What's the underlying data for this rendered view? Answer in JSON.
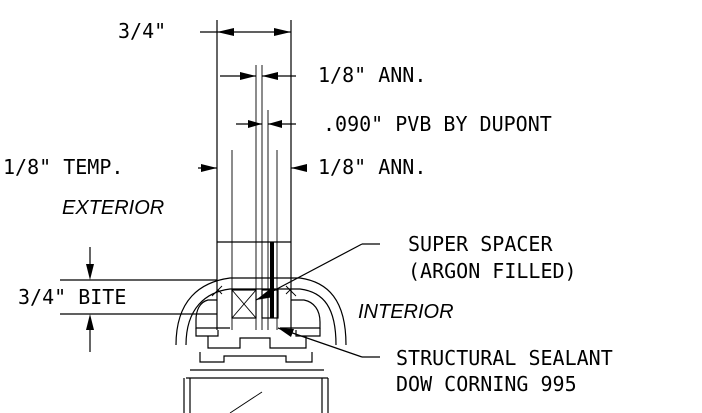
{
  "dimensions": {
    "overall_thickness": "3/4\"",
    "outer_lite_interior_ply": "1/8\" ANN.",
    "interlayer": ".090\" PVB BY DUPONT",
    "outer_lite_exterior_ply": "1/8\" TEMP.",
    "inner_lite": "1/8\" ANN.",
    "bite": "3/4\" BITE"
  },
  "labels": {
    "exterior": "EXTERIOR",
    "interior": "INTERIOR",
    "spacer_line1": "SUPER SPACER",
    "spacer_line2": "(ARGON FILLED)",
    "sealant_line1": "STRUCTURAL SEALANT",
    "sealant_line2": "DOW CORNING 995"
  }
}
